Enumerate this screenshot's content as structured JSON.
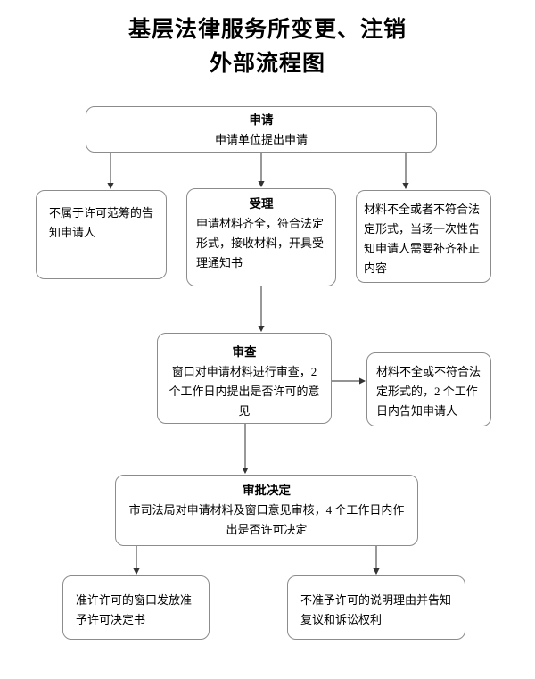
{
  "title": {
    "line1": "基层法律服务所变更、注销",
    "line2": "外部流程图"
  },
  "theme": {
    "background": "#ffffff",
    "box_border": "#8c8c8c",
    "connector": "#555555",
    "text": "#000000"
  },
  "nodes": {
    "apply": {
      "header": "申请",
      "body": "申请单位提出申请"
    },
    "out_of_scope": {
      "header": "",
      "body": "不属于许可范筹的告知申请人"
    },
    "accept": {
      "header": "受理",
      "body": "申请材料齐全，符合法定形式，接收材料，开具受理通知书"
    },
    "incomplete": {
      "header": "",
      "body": "材料不全或者不符合法定形式，当场一次性告知申请人需要补齐补正内容"
    },
    "review": {
      "header": "审查",
      "body": "窗口对申请材料进行审查，2 个工作日内提出是否许可的意见"
    },
    "review_incomplete": {
      "header": "",
      "body": "材料不全或不符合法定形式的，2 个工作日内告知申请人"
    },
    "decision": {
      "header": "审批决定",
      "body": "市司法局对申请材料及窗口意见审核，4 个工作日内作出是否许可决定"
    },
    "approved": {
      "header": "",
      "body": "准许许可的窗口发放准予许可决定书"
    },
    "rejected": {
      "header": "",
      "body": "不准予许可的说明理由并告知复议和诉讼权利"
    }
  },
  "connectors": [
    {
      "name": "apply-to-out-of-scope",
      "from": "apply",
      "to": "out_of_scope",
      "direction": "down"
    },
    {
      "name": "apply-to-accept",
      "from": "apply",
      "to": "accept",
      "direction": "down"
    },
    {
      "name": "apply-to-incomplete",
      "from": "apply",
      "to": "incomplete",
      "direction": "down"
    },
    {
      "name": "accept-to-review",
      "from": "accept",
      "to": "review",
      "direction": "down"
    },
    {
      "name": "review-to-review-incomplete",
      "from": "review",
      "to": "review_incomplete",
      "direction": "right"
    },
    {
      "name": "review-to-decision",
      "from": "review",
      "to": "decision",
      "direction": "down"
    },
    {
      "name": "decision-to-approved",
      "from": "decision",
      "to": "approved",
      "direction": "down"
    },
    {
      "name": "decision-to-rejected",
      "from": "decision",
      "to": "rejected",
      "direction": "down"
    }
  ]
}
